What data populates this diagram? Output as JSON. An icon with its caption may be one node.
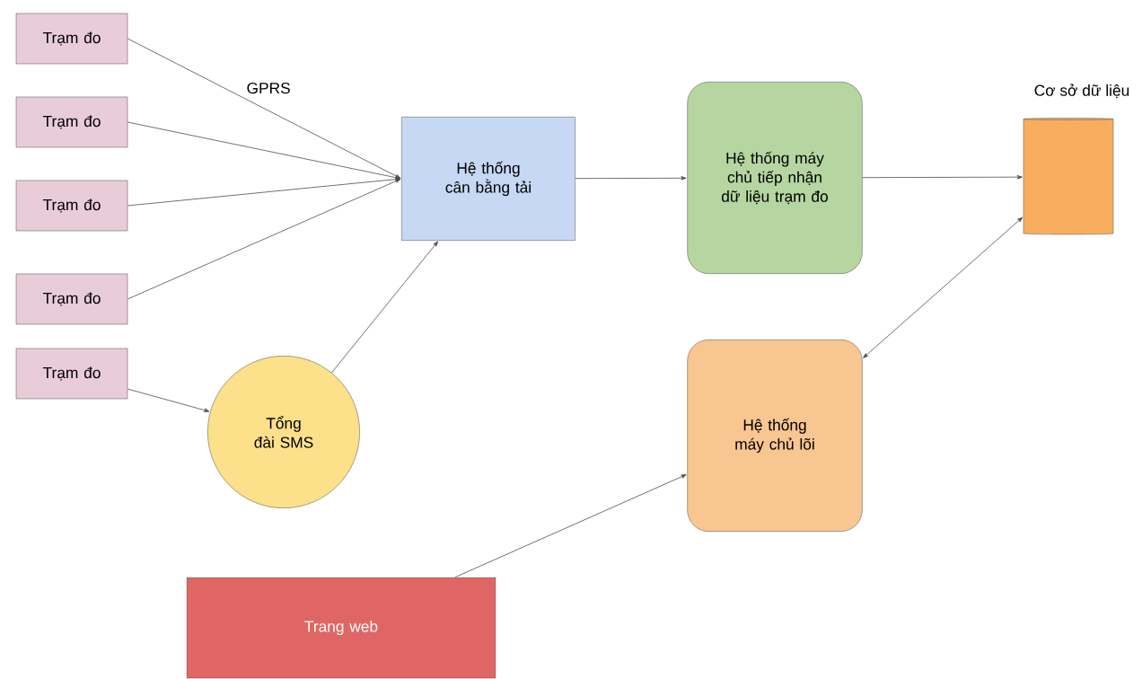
{
  "diagram": {
    "nodes": [
      {
        "text": [
          "Trạm đo"
        ]
      },
      {
        "text": [
          "Trạm đo"
        ]
      },
      {
        "text": [
          "Trạm đo"
        ]
      },
      {
        "text": [
          "Trạm đo"
        ]
      },
      {
        "text": [
          "Trạm đo"
        ]
      },
      {
        "text": [
          "Tổng đài SMS"
        ]
      },
      {
        "text": [
          "Hệ thống cân bằng tải"
        ]
      },
      {
        "text": [
          "Hệ thống máy chủ tiếp nhận dữ liệu trạm đo"
        ]
      },
      {
        "text": [
          "Cơ sở dữ liệu"
        ]
      },
      {
        "text": [
          "Hệ thống máy chủ lõi"
        ]
      },
      {
        "text": [
          "Trang web"
        ]
      }
    ],
    "edges": [
      {
        "from": 0,
        "to": 6,
        "arrow": "to",
        "label": "GPRS"
      },
      {
        "from": 1,
        "to": 6,
        "arrow": "to"
      },
      {
        "from": 2,
        "to": 6,
        "arrow": "to"
      },
      {
        "from": 3,
        "to": 6,
        "arrow": "to"
      },
      {
        "from": 4,
        "to": 5,
        "arrow": "to"
      },
      {
        "from": 5,
        "to": 6,
        "arrow": "to"
      },
      {
        "from": 6,
        "to": 7,
        "arrow": "to"
      },
      {
        "from": 7,
        "to": 8,
        "arrow": "to"
      },
      {
        "from": 9,
        "to": 8,
        "arrow": "both"
      },
      {
        "from": 10,
        "to": 9,
        "arrow": "to"
      }
    ]
  }
}
